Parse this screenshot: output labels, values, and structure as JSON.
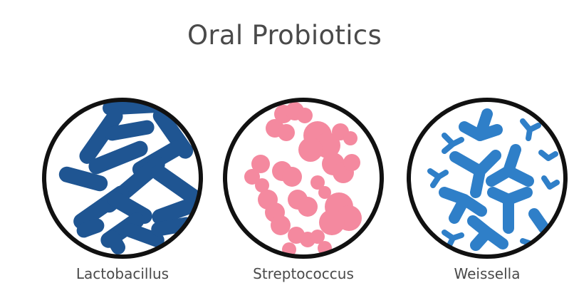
{
  "title": "Oral Probiotics",
  "bacteria": [
    {
      "name": "Lactobacillus",
      "icon": "rod-bacteria-icon",
      "color": "#1f5592"
    },
    {
      "name": "Streptococcus",
      "icon": "cocci-chain-bacteria-icon",
      "color": "#f4899f"
    },
    {
      "name": "Weissella",
      "icon": "branched-bacteria-icon",
      "color": "#2f7fc8"
    }
  ],
  "colors": {
    "outline": "#111111",
    "text": "#4a4a4a",
    "background": "#ffffff"
  }
}
